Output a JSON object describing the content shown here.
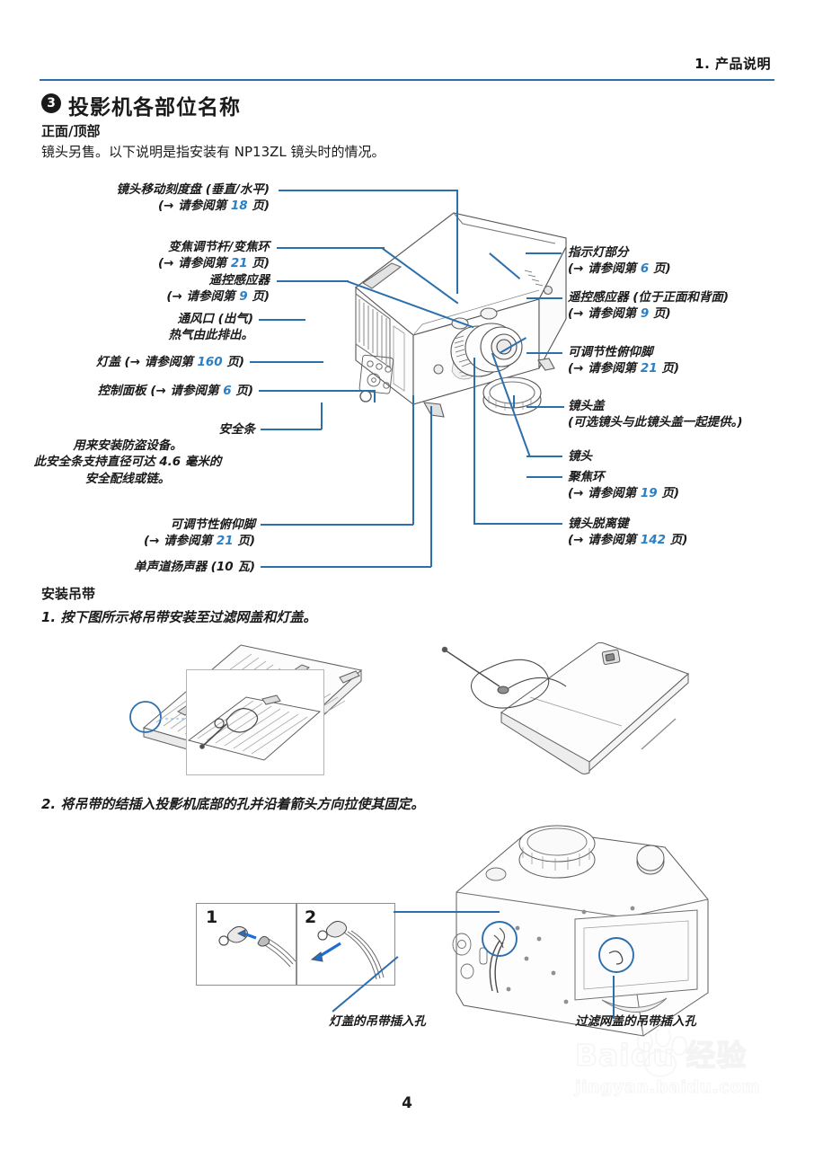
{
  "header": {
    "chapter": "1. 产品说明",
    "rule_color": "#2b6fad"
  },
  "section": {
    "number": "3",
    "title": "投影机各部位名称",
    "subheading": "正面/顶部",
    "intro": "镜头另售。以下说明是指安装有 NP13ZL 镜头时的情况。"
  },
  "callouts_left": [
    {
      "line1": "镜头移动刻度盘 (垂直/水平)",
      "line2_pre": "(→ 请参阅第 ",
      "page": "18",
      "line2_post": " 页)"
    },
    {
      "line1": "变焦调节杆/变焦环",
      "line2_pre": "(→ 请参阅第 ",
      "page": "21",
      "line2_post": " 页)"
    },
    {
      "line1": "遥控感应器",
      "line2_pre": "(→ 请参阅第 ",
      "page": "9",
      "line2_post": " 页)"
    },
    {
      "line1": "通风口 (出气)",
      "line2_plain": "热气由此排出。"
    },
    {
      "inline_pre": "灯盖 (→ 请参阅第 ",
      "page": "160",
      "inline_post": " 页)"
    },
    {
      "inline_pre": "控制面板 (→ 请参阅第 ",
      "page": "6",
      "inline_post": " 页)"
    },
    {
      "line1": "安全条",
      "desc1": "用来安装防盗设备。",
      "desc2": "此安全条支持直径可达 4.6 毫米的",
      "desc3": "安全配线或链。"
    },
    {
      "line1": "可调节性俯仰脚",
      "line2_pre": "(→ 请参阅第 ",
      "page": "21",
      "line2_post": " 页)"
    },
    {
      "line1": "单声道扬声器 (10 瓦)"
    }
  ],
  "callouts_right": [
    {
      "line1": "指示灯部分",
      "line2_pre": "(→ 请参阅第 ",
      "page": "6",
      "line2_post": " 页)"
    },
    {
      "line1": "遥控感应器 (位于正面和背面)",
      "line2_pre": "(→ 请参阅第 ",
      "page": "9",
      "line2_post": " 页)"
    },
    {
      "line1": "可调节性俯仰脚",
      "line2_pre": "(→ 请参阅第 ",
      "page": "21",
      "line2_post": " 页)"
    },
    {
      "line1": "镜头盖",
      "line2_plain": "(可选镜头与此镜头盖一起提供。)"
    },
    {
      "line1": "镜头"
    },
    {
      "line1": "聚焦环",
      "line2_pre": "(→ 请参阅第 ",
      "page": "19",
      "line2_post": " 页)"
    },
    {
      "line1": "镜头脱离键",
      "line2_pre": "(→ 请参阅第 ",
      "page": "142",
      "line2_post": " 页)"
    }
  ],
  "install": {
    "heading": "安装吊带",
    "step1": "1. 按下图所示将吊带安装至过滤网盖和灯盖。",
    "step2": "2. 将吊带的结插入投影机底部的孔并沿着箭头方向拉使其固定。",
    "inset_labels": [
      "1",
      "2"
    ],
    "caption_left": "灯盖的吊带插入孔",
    "caption_right": "过滤网盖的吊带插入孔"
  },
  "footer": {
    "page_number": "4"
  },
  "watermark": {
    "main": "Baidu 经验",
    "sub": "jingyan.baidu.com"
  },
  "colors": {
    "accent_blue": "#2b6fad",
    "page_ref_blue": "#2b7fc4",
    "text": "#1a1a1a"
  }
}
